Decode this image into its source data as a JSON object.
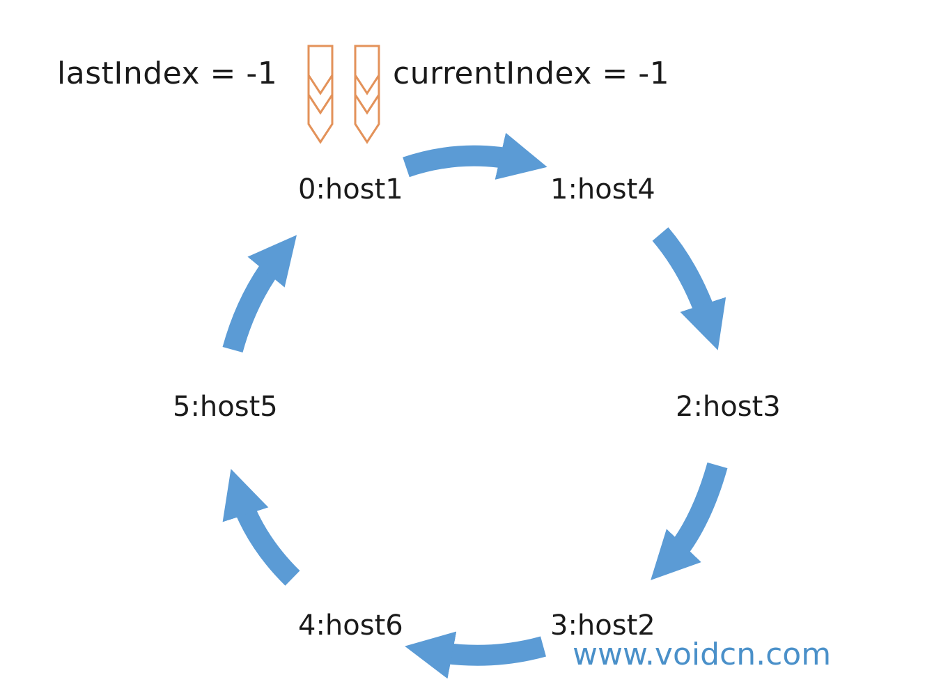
{
  "header": {
    "last_index_label": "lastIndex = -1",
    "current_index_label": "currentIndex = -1"
  },
  "ring": {
    "nodes": [
      {
        "label": "0:host1"
      },
      {
        "label": "1:host4"
      },
      {
        "label": "2:host3"
      },
      {
        "label": "3:host2"
      },
      {
        "label": "4:host6"
      },
      {
        "label": "5:host5"
      }
    ],
    "arrow_color": "#5b9bd5"
  },
  "pointers": {
    "color": "#e3925a",
    "count": 2
  },
  "watermark": "www.voidcn.com"
}
